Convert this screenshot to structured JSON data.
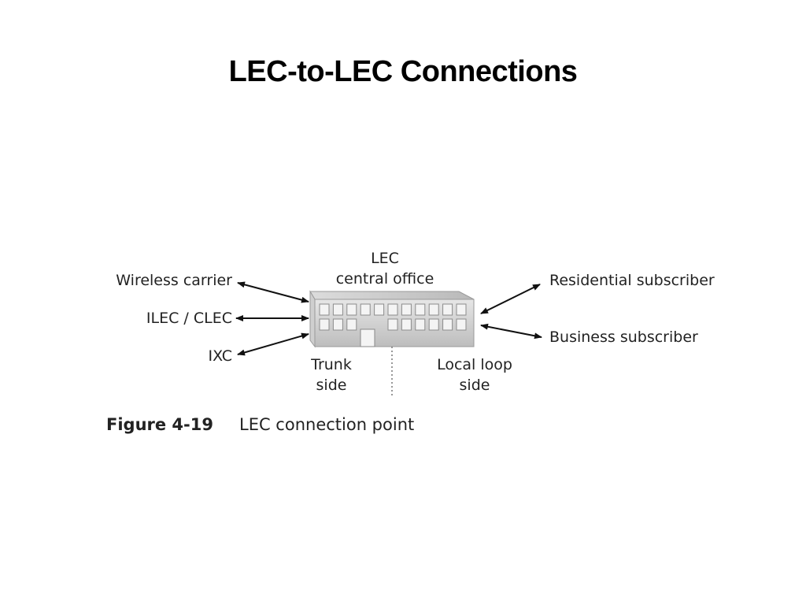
{
  "slide": {
    "title": "LEC-to-LEC Connections"
  },
  "diagram": {
    "center": {
      "line1": "LEC",
      "line2": "central office"
    },
    "left_connections": [
      {
        "label": "Wireless carrier"
      },
      {
        "label": "ILEC / CLEC"
      },
      {
        "label": "IXC"
      }
    ],
    "right_connections": [
      {
        "label": "Residential subscriber"
      },
      {
        "label": "Business subscriber"
      }
    ],
    "trunk_side": {
      "line1": "Trunk",
      "line2": "side"
    },
    "local_loop_side": {
      "line1": "Local loop",
      "line2": "side"
    }
  },
  "caption": {
    "number": "Figure 4-19",
    "text": "LEC connection point"
  },
  "colors": {
    "building_face": "#d9d9d9",
    "building_roof": "#c4c4c4",
    "window": "#f4f4f4",
    "arrow": "#111111"
  }
}
